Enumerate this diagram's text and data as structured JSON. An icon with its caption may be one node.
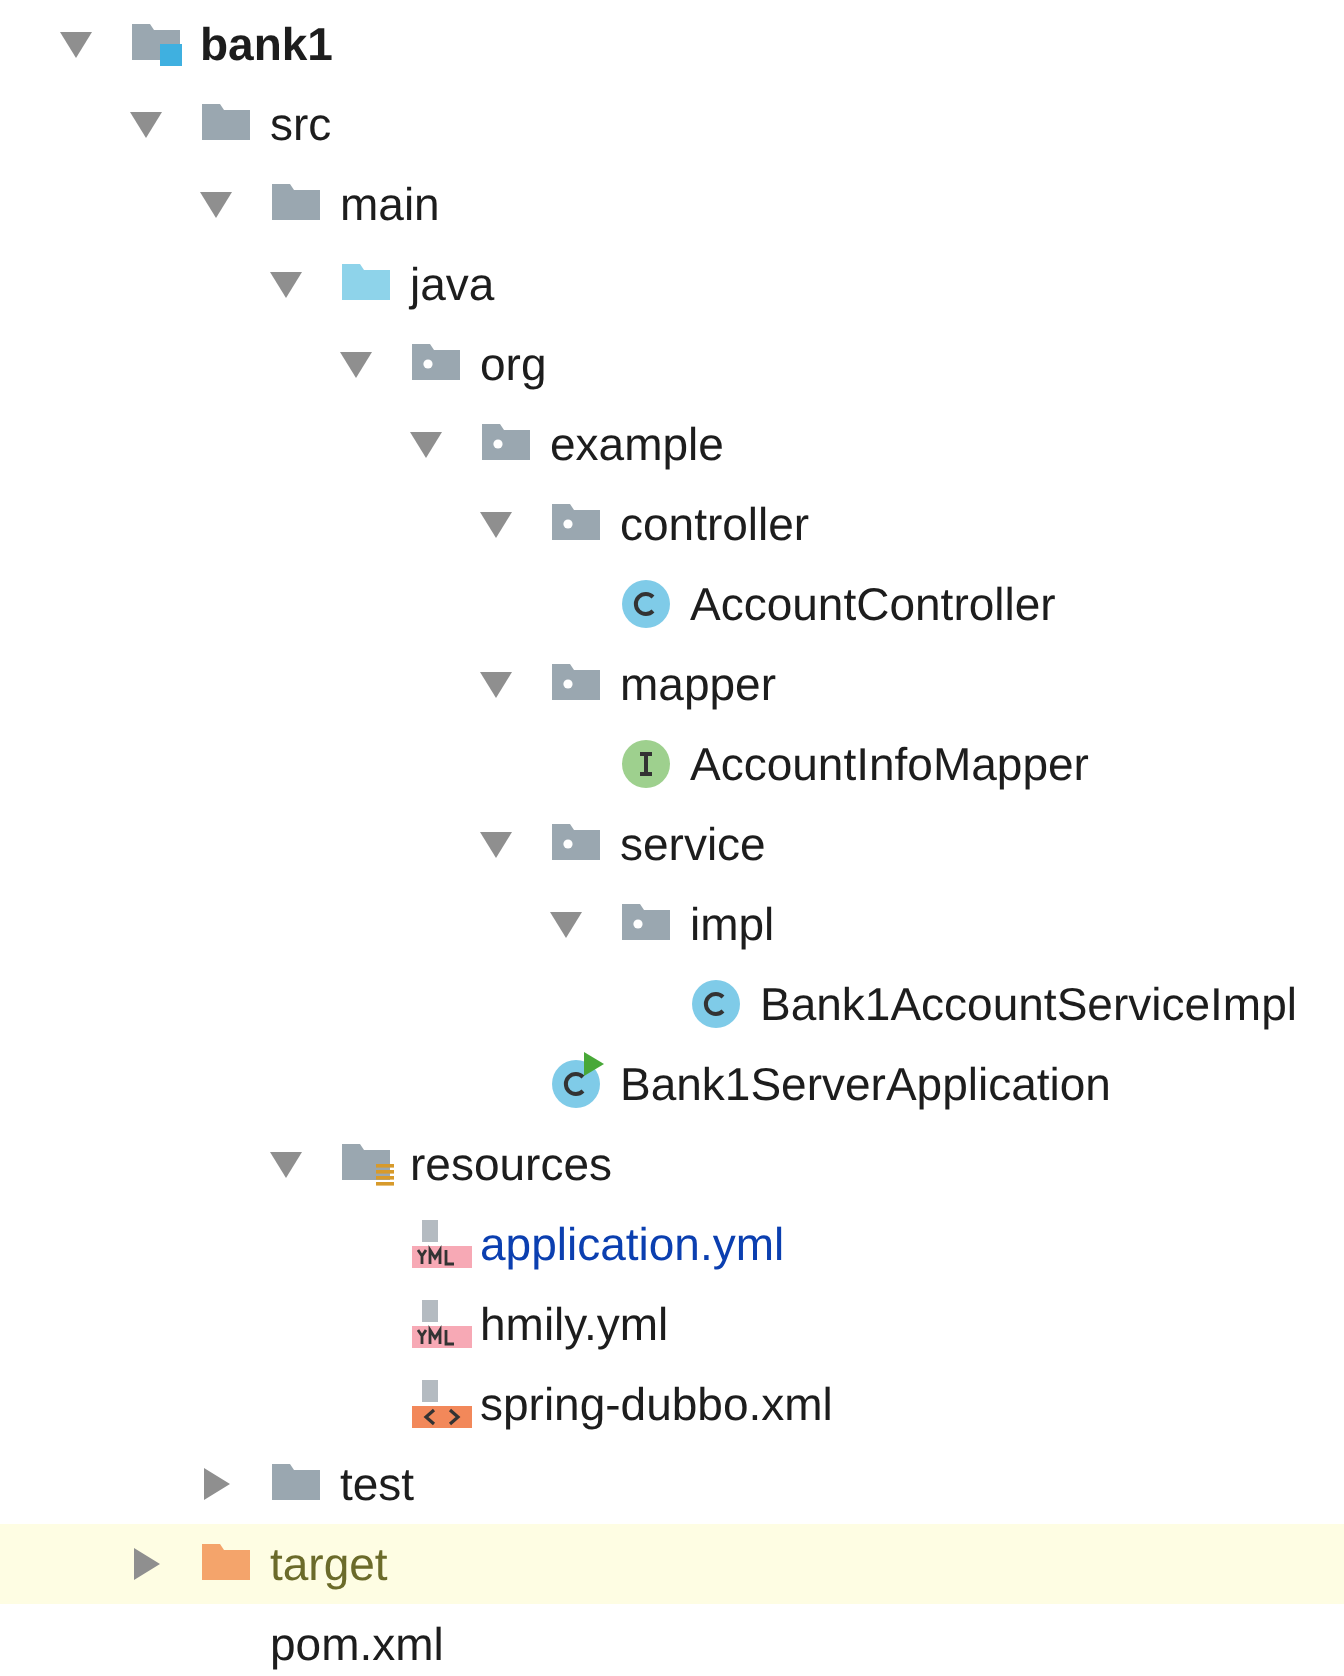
{
  "diagram": {
    "labels": [
      "bank1",
      "src",
      "main",
      "java",
      "org",
      "example",
      "controller",
      "AccountController",
      "mapper",
      "AccountInfoMapper",
      "service",
      "impl",
      "Bank1AccountServiceImpl",
      "Bank1ServerApplication",
      "resources",
      "application.yml",
      "hmily.yml",
      "spring-dubbo.xml",
      "test",
      "target",
      "pom.xml"
    ]
  }
}
